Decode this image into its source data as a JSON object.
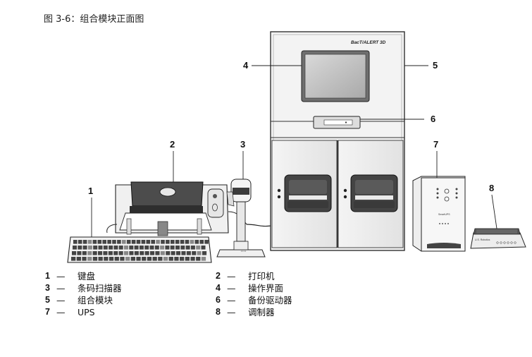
{
  "figure": {
    "caption": "图 3-6：组合模块正面图",
    "brand_label": "BacT/ALERT 3D",
    "ups_label": "SmartUPS",
    "modem_label": "U.S. Robotics"
  },
  "callouts": [
    "1",
    "2",
    "3",
    "4",
    "5",
    "6",
    "7",
    "8"
  ],
  "legend": [
    {
      "number": "1",
      "dash": "—",
      "label": "键盘"
    },
    {
      "number": "2",
      "dash": "—",
      "label": "打印机"
    },
    {
      "number": "3",
      "dash": "—",
      "label": "条码扫描器"
    },
    {
      "number": "4",
      "dash": "—",
      "label": "操作界面"
    },
    {
      "number": "5",
      "dash": "—",
      "label": "组合模块"
    },
    {
      "number": "6",
      "dash": "—",
      "label": "备份驱动器"
    },
    {
      "number": "7",
      "dash": "—",
      "label": "UPS"
    },
    {
      "number": "8",
      "dash": "—",
      "label": "调制器"
    }
  ]
}
